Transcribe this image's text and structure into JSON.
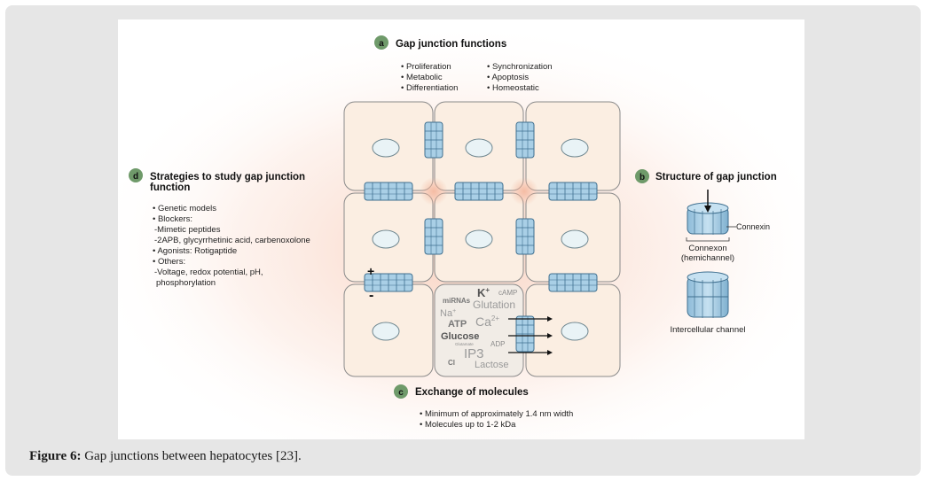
{
  "caption": {
    "label": "Figure 6:",
    "text": " Gap junctions between hepatocytes [23]."
  },
  "panel_a": {
    "letter": "a",
    "title": "Gap junction functions",
    "items_left": [
      "• Proliferation",
      "• Metabolic",
      "• Differentiation"
    ],
    "items_right": [
      "• Synchronization",
      "• Apoptosis",
      "• Homeostatic"
    ]
  },
  "panel_b": {
    "letter": "b",
    "title": "Structure of gap junction",
    "connexin_label": "Connexin",
    "connexon_label": "Connexon",
    "hemichannel_label": "(hemichannel)",
    "channel_label": "Intercellular channel"
  },
  "panel_c": {
    "letter": "c",
    "title": "Exchange of molecules",
    "items": [
      "• Minimum of approximately 1.4 nm width",
      "• Molecules up to 1-2 kDa"
    ]
  },
  "panel_d": {
    "letter": "d",
    "title_line1": "Strategies to study gap junction",
    "title_line2": "function",
    "items": [
      "• Genetic models",
      "• Blockers:",
      " -Mimetic peptides",
      " -2APB, glycyrrhetinic acid, carbenoxolone",
      "• Agonists: Rotigaptide",
      "• Others:",
      " -Voltage, redox potential, pH,",
      " phosphorylation"
    ]
  },
  "polarity": {
    "plus": "+",
    "minus": "-"
  },
  "molecules": {
    "k": "K",
    "k_sup": "+",
    "camp": "cAMP",
    "mirnas": "miRNAs",
    "glutation": "Glutation",
    "na": "Na",
    "na_sup": "+",
    "atp": "ATP",
    "ca": "Ca",
    "ca_sup": "2+",
    "glucose": "Glucose",
    "glutamate": "Glutamate",
    "adp": "ADP",
    "ip3": "IP3",
    "cl": "Cl",
    "lactose": "Lactose"
  },
  "colors": {
    "cell_fill": "#fbeee2",
    "cell_stroke": "#8a8a8a",
    "nucleus_fill": "#e9f3f6",
    "junction_fill": "#a9cfe6",
    "junction_stroke": "#3f6f8f",
    "badge_fill": "#6f9a6a",
    "glow": "#f6c9b6"
  }
}
